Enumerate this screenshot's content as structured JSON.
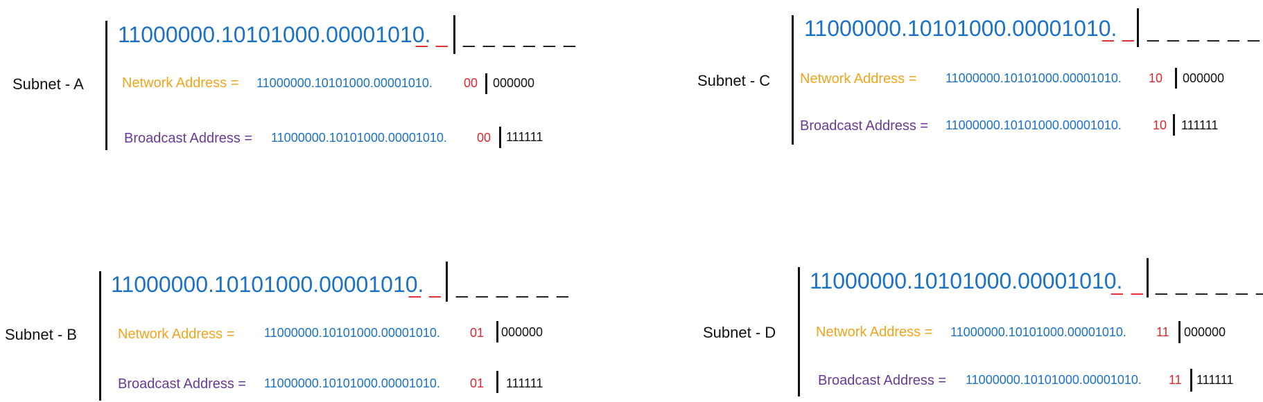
{
  "colors": {
    "prefix": "#1a72c7",
    "subnet_bits": "#e2252e",
    "network_label": "#f4a41c",
    "broadcast_label": "#6a3a97",
    "text": "#111111"
  },
  "subnets": [
    {
      "label": "Subnet - A",
      "header_prefix": "11000000.10101000.00001010.",
      "header_subnet_bits": "_ _",
      "header_host_bits": "_ _ _ _ _ _",
      "network_label": "Network Address =",
      "network_prefix": "11000000.10101000.00001010.",
      "network_subnet_bits": "00",
      "network_host_bits": "000000",
      "broadcast_label": "Broadcast Address =",
      "broadcast_prefix": "11000000.10101000.00001010.",
      "broadcast_subnet_bits": "00",
      "broadcast_host_bits": "111111"
    },
    {
      "label": "Subnet - C",
      "header_prefix": "11000000.10101000.00001010.",
      "header_subnet_bits": "_ _",
      "header_host_bits": "_ _ _ _ _ _",
      "network_label": "Network Address =",
      "network_prefix": "11000000.10101000.00001010.",
      "network_subnet_bits": "10",
      "network_host_bits": "000000",
      "broadcast_label": "Broadcast Address =",
      "broadcast_prefix": "11000000.10101000.00001010.",
      "broadcast_subnet_bits": "10",
      "broadcast_host_bits": "111111"
    },
    {
      "label": "Subnet - B",
      "header_prefix": "11000000.10101000.00001010.",
      "header_subnet_bits": "_ _",
      "header_host_bits": "_ _ _ _ _ _",
      "network_label": "Network Address =",
      "network_prefix": "11000000.10101000.00001010.",
      "network_subnet_bits": "01",
      "network_host_bits": "000000",
      "broadcast_label": "Broadcast Address =",
      "broadcast_prefix": "11000000.10101000.00001010.",
      "broadcast_subnet_bits": "01",
      "broadcast_host_bits": "111111"
    },
    {
      "label": "Subnet - D",
      "header_prefix": "11000000.10101000.00001010.",
      "header_subnet_bits": "_ _",
      "header_host_bits": "_ _ _ _ _ _",
      "network_label": "Network Address =",
      "network_prefix": "11000000.10101000.00001010.",
      "network_subnet_bits": "11",
      "network_host_bits": "000000",
      "broadcast_label": "Broadcast Address =",
      "broadcast_prefix": "11000000.10101000.00001010.",
      "broadcast_subnet_bits": "11",
      "broadcast_host_bits": "111111"
    }
  ]
}
